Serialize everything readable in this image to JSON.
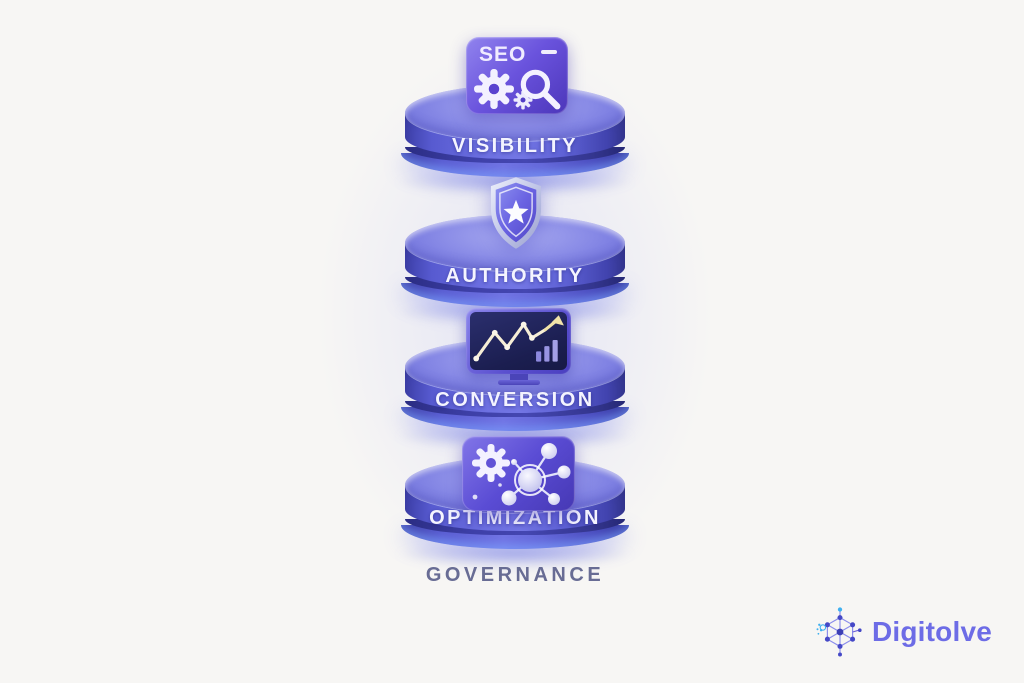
{
  "diagram": {
    "layers": [
      {
        "id": "visibility",
        "label": "VISIBILITY",
        "icon": "seo-card-icon",
        "icon_text": "SEO"
      },
      {
        "id": "authority",
        "label": "AUTHORITY",
        "icon": "shield-star-icon"
      },
      {
        "id": "conversion",
        "label": "CONVERSION",
        "icon": "analytics-monitor-icon"
      },
      {
        "id": "optimization",
        "label": "OPTIMIZATION",
        "icon": "gear-network-icon"
      }
    ],
    "base_label": "GOVERNANCE"
  },
  "branding": {
    "logo_text": "Digitolve",
    "logo_icon": "network-molecule-icon"
  },
  "colors": {
    "background": "#f7f6f4",
    "disc_band": "#5558cf",
    "disc_top": "#8e90e8",
    "disc_groove": "#32348e",
    "label_text": "#f4f4ff",
    "governance_text": "#686c94",
    "icon_card_gradient_start": "#9184ee",
    "icon_card_gradient_end": "#4c36ba",
    "screen_navy": "#20245c",
    "chart_line": "#f6eed6",
    "chart_arrow": "#f1e3a8",
    "brand_text": "#6d6ce6",
    "brand_icon_accent": "#3fb0f0"
  }
}
